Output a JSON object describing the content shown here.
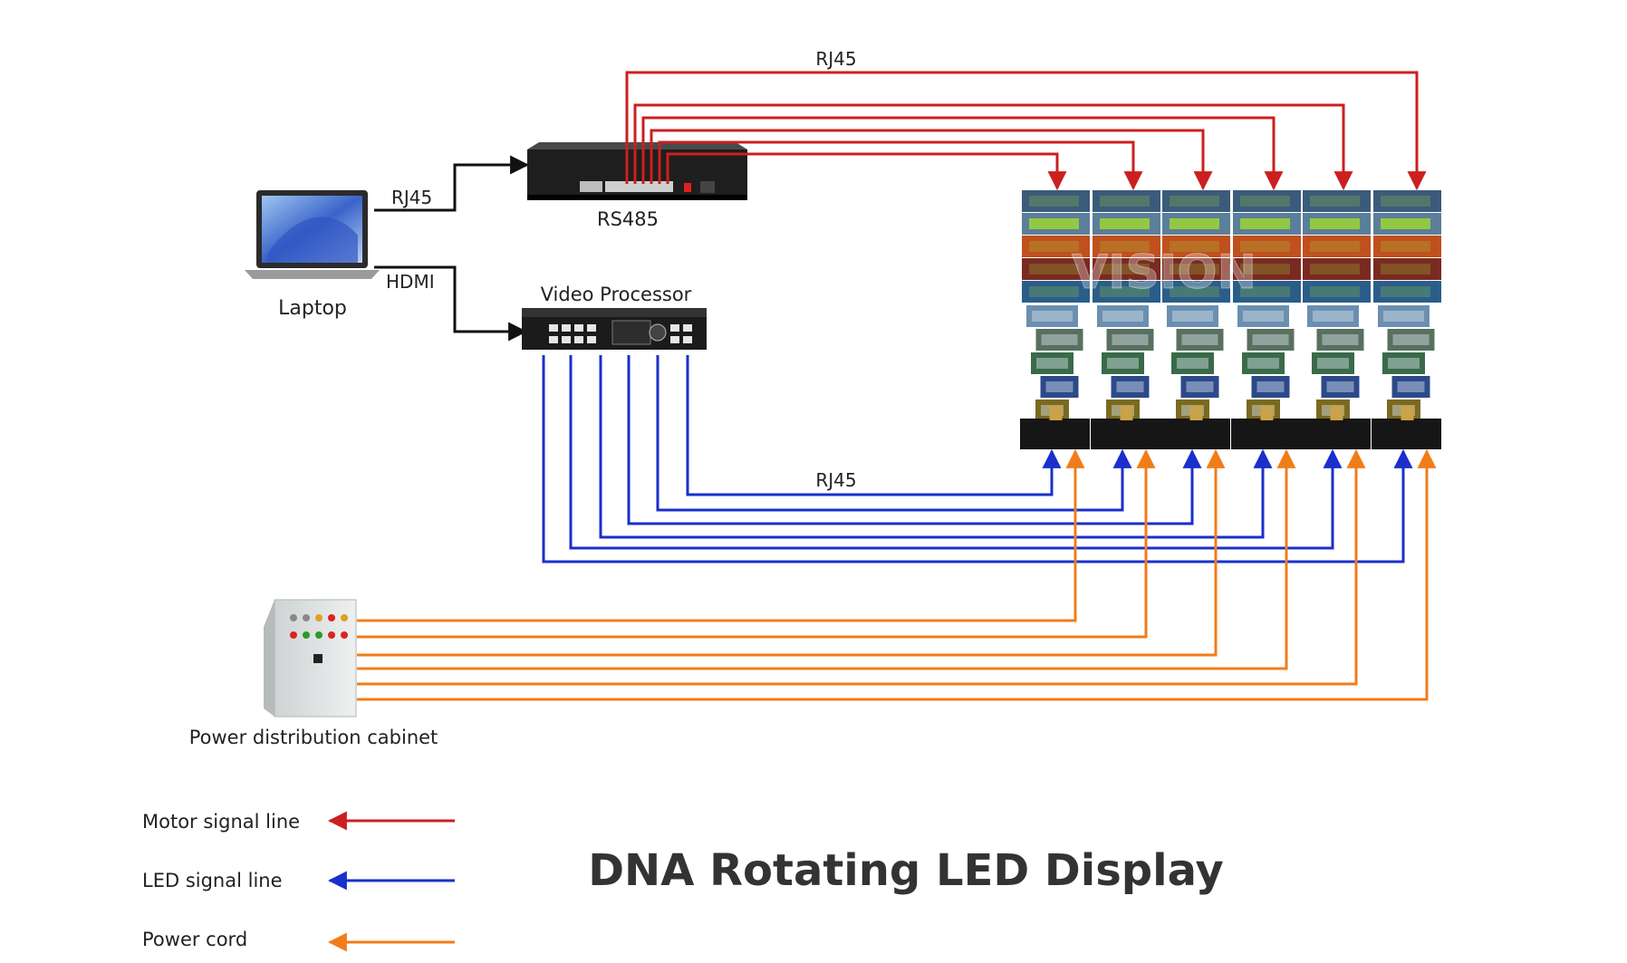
{
  "title": "DNA Rotating LED Display",
  "devices": {
    "laptop": "Laptop",
    "rs485": "RS485",
    "video_processor": "Video Processor",
    "cabinet": "Power distribution cabinet",
    "watermark": "VISION"
  },
  "connections": {
    "laptop_to_rs485": "RJ45",
    "laptop_to_processor": "HDMI",
    "motor_bus": "RJ45",
    "led_bus": "RJ45"
  },
  "legend": [
    {
      "label": "Motor signal line",
      "color": "#cc1f1f"
    },
    {
      "label": "LED signal line",
      "color": "#1a2fcc"
    },
    {
      "label": "Power cord",
      "color": "#f07d1a"
    }
  ],
  "colors": {
    "motor": "#cc1f1f",
    "led": "#1a2fcc",
    "power": "#f07d1a",
    "black": "#111111"
  },
  "column_count": 6
}
